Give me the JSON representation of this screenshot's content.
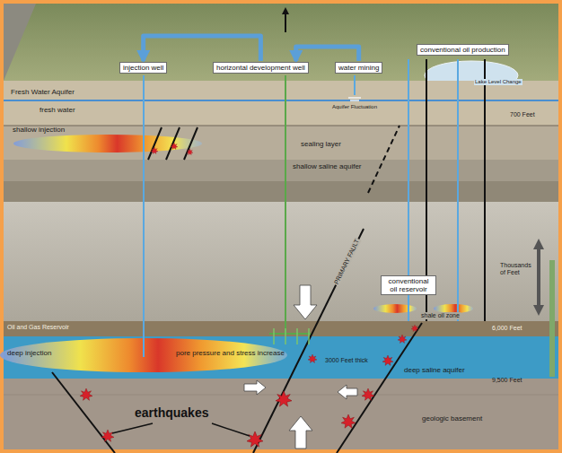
{
  "diagram": {
    "nodes": [
      {
        "text": [
          "injection well"
        ]
      },
      {
        "text": [
          "horizontal development well"
        ]
      },
      {
        "text": [
          "water mining"
        ]
      },
      {
        "text": [
          "conventional oil production"
        ]
      },
      {
        "text": [
          "conventional oil reservoir"
        ]
      }
    ],
    "edges": [
      {
        "from": 1,
        "to": 0,
        "arrow": "to"
      },
      {
        "from": 2,
        "to": 1,
        "arrow": "to"
      }
    ],
    "labels": [
      "Lake Level Change",
      "Fresh Water Aquifer",
      "fresh water",
      "Aquifer Fluctuation",
      "700 Feet",
      "shallow injection",
      "sealing layer",
      "shallow saline aquifer",
      "Thousands of Feet",
      "PRIMARY FAULT",
      "shale oil zone",
      "Oil and Gas Reservoir",
      "6,000 Feet",
      "deep injection",
      "pore pressure and stress increase",
      "3000 Feet thick",
      "deep saline aquifer",
      "9,500 Feet",
      "earthquakes",
      "geologic basement"
    ]
  }
}
